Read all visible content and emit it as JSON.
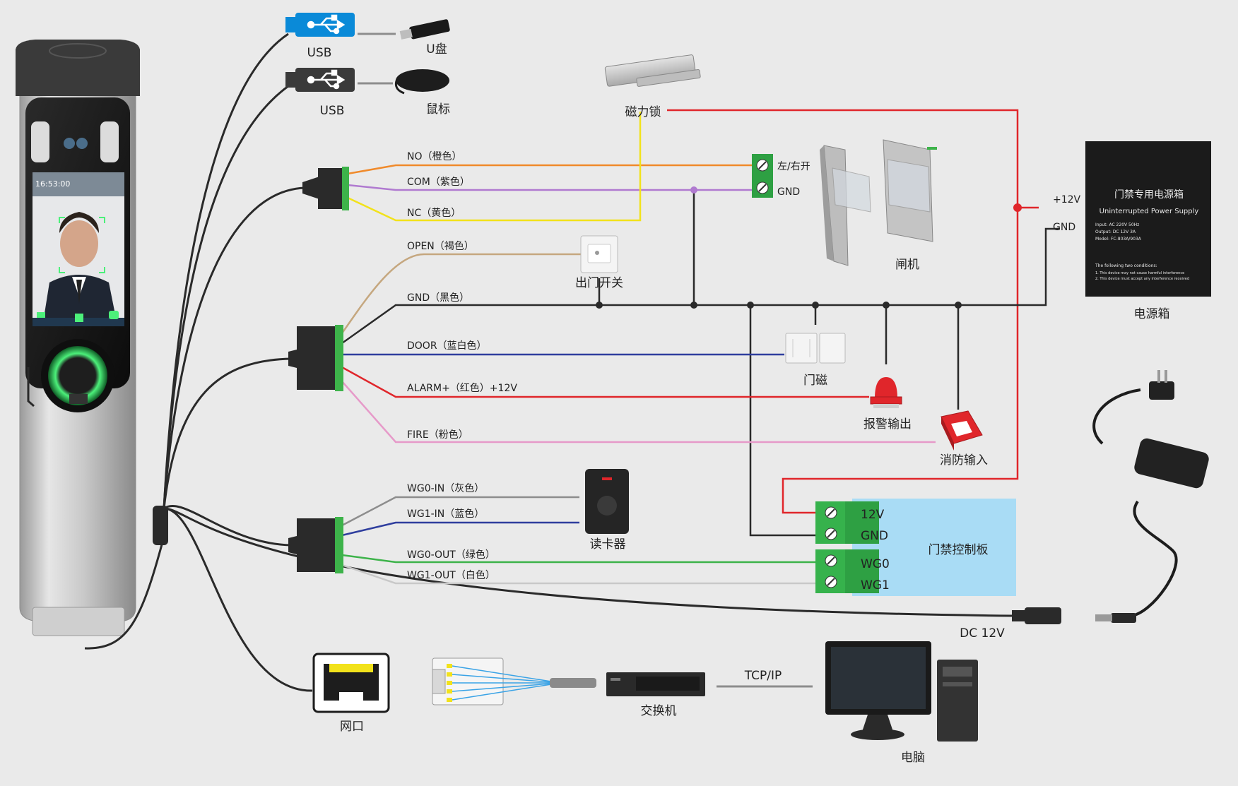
{
  "colors": {
    "background": "#eaeaea",
    "orange": "#f08a2b",
    "purple": "#b07ad0",
    "yellow": "#f2e21b",
    "brown": "#c5a77f",
    "black": "#2a2a2a",
    "blue": "#2f3e9e",
    "red": "#e0262b",
    "pink": "#e69ac9",
    "gray": "#8d8d8d",
    "green": "#3db34a",
    "white": "#c8c8c8",
    "terminal": "#2ea043",
    "board": "#a9dcf5"
  },
  "device": {
    "time": "16:53:00"
  },
  "usb": {
    "port1_label": "USB",
    "port2_label": "USB",
    "udisk_label": "U盘",
    "mouse_label": "鼠标"
  },
  "wires": {
    "no": "NO（橙色）",
    "com": "COM（紫色）",
    "nc": "NC（黄色）",
    "open": "OPEN（褐色）",
    "gnd": "GND（黑色）",
    "door": "DOOR（蓝白色）",
    "alarm": "ALARM+（红色）+12V",
    "fire": "FIRE（粉色）",
    "wg0_in": "WG0-IN（灰色）",
    "wg1_in": "WG1-IN（蓝色）",
    "wg0_out": "WG0-OUT（绿色）",
    "wg1_out": "WG1-OUT（白色）"
  },
  "devices": {
    "maglock": "磁力锁",
    "gate_term_1": "左/右开",
    "gate_term_2": "GND",
    "gate": "闸机",
    "exit_button": "出门开关",
    "door_sensor": "门磁",
    "alarm_output": "报警输出",
    "fire_input": "消防输入",
    "card_reader": "读卡器",
    "power_box": "电源箱",
    "psu_plus12": "+12V",
    "psu_gnd": "GND",
    "dc12v": "DC 12V",
    "network_port": "网口",
    "switch": "交换机",
    "tcpip": "TCP/IP",
    "computer": "电脑"
  },
  "control_board": {
    "label": "门禁控制板",
    "t_12v": "12V",
    "t_gnd": "GND",
    "t_wg0": "WG0",
    "t_wg1": "WG1"
  },
  "psu_box": {
    "title": "门禁专用电源箱",
    "subtitle": "Uninterrupted Power Supply",
    "input": "Input:  AC 220V 50Hz",
    "output": "Output:  DC 12V 3A",
    "model": "Model:  FC-803A/903A",
    "note_title": "The following two conditions:",
    "note1": "1. This device may not cause harmful interference",
    "note2": "2. This device must accept any interference received"
  }
}
